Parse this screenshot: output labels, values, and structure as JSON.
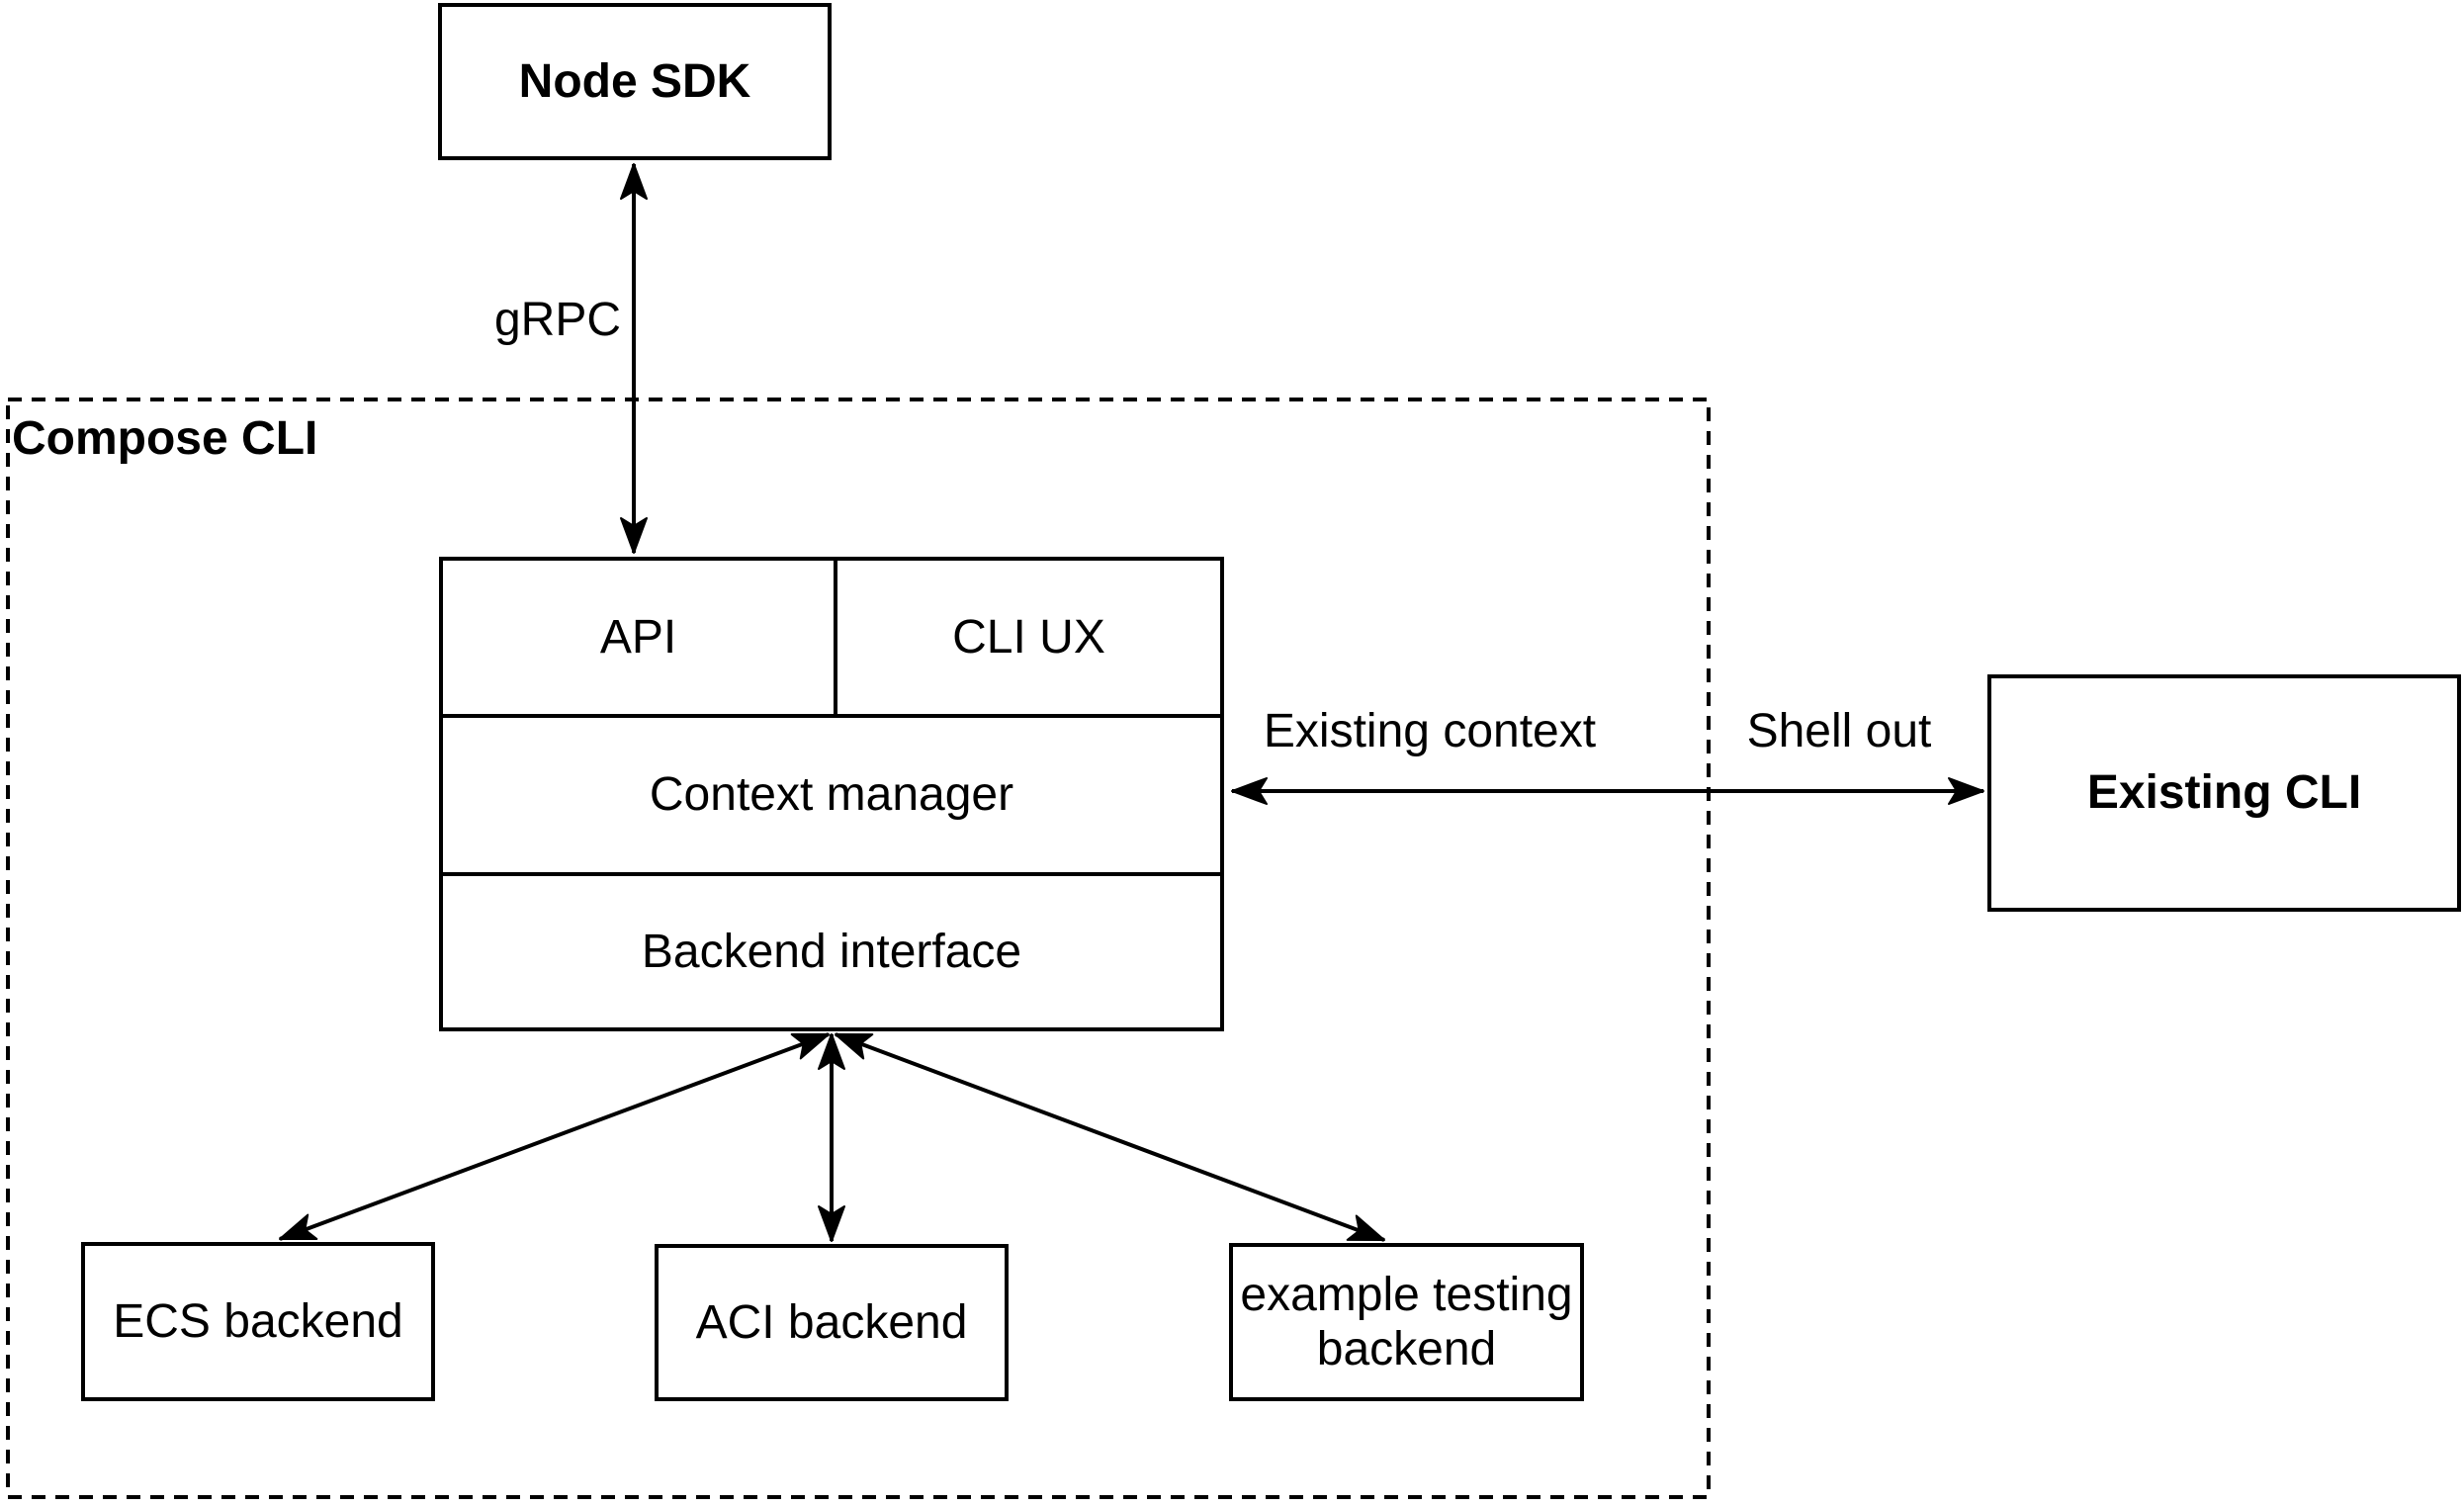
{
  "diagram": {
    "type": "architecture-diagram",
    "colors": {
      "stroke": "#000000",
      "background": "#ffffff",
      "text": "#000000"
    },
    "container": {
      "label": "Compose CLI"
    },
    "nodes": {
      "node_sdk": {
        "label": "Node SDK"
      },
      "stack": {
        "api": {
          "label": "API"
        },
        "cli_ux": {
          "label": "CLI UX"
        },
        "context_manager": {
          "label": "Context manager"
        },
        "backend_interface": {
          "label": "Backend interface"
        }
      },
      "existing_cli": {
        "label": "Existing CLI"
      },
      "ecs_backend": {
        "label": "ECS backend"
      },
      "aci_backend": {
        "label": "ACI backend"
      },
      "example_testing_backend": {
        "label": "example testing backend"
      }
    },
    "edges": {
      "grpc": {
        "label": "gRPC",
        "from": "node_sdk",
        "to": "api",
        "direction": "both"
      },
      "existing_context": {
        "label": "Existing context",
        "from": "context_manager",
        "to": "existing_cli",
        "direction": "both"
      },
      "shell_out": {
        "label": "Shell out",
        "from": "context_manager",
        "to": "existing_cli",
        "direction": "both"
      },
      "backend_to_ecs": {
        "label": "",
        "from": "backend_interface",
        "to": "ecs_backend",
        "direction": "both"
      },
      "backend_to_aci": {
        "label": "",
        "from": "backend_interface",
        "to": "aci_backend",
        "direction": "both"
      },
      "backend_to_example": {
        "label": "",
        "from": "backend_interface",
        "to": "example_testing_backend",
        "direction": "both"
      }
    }
  }
}
